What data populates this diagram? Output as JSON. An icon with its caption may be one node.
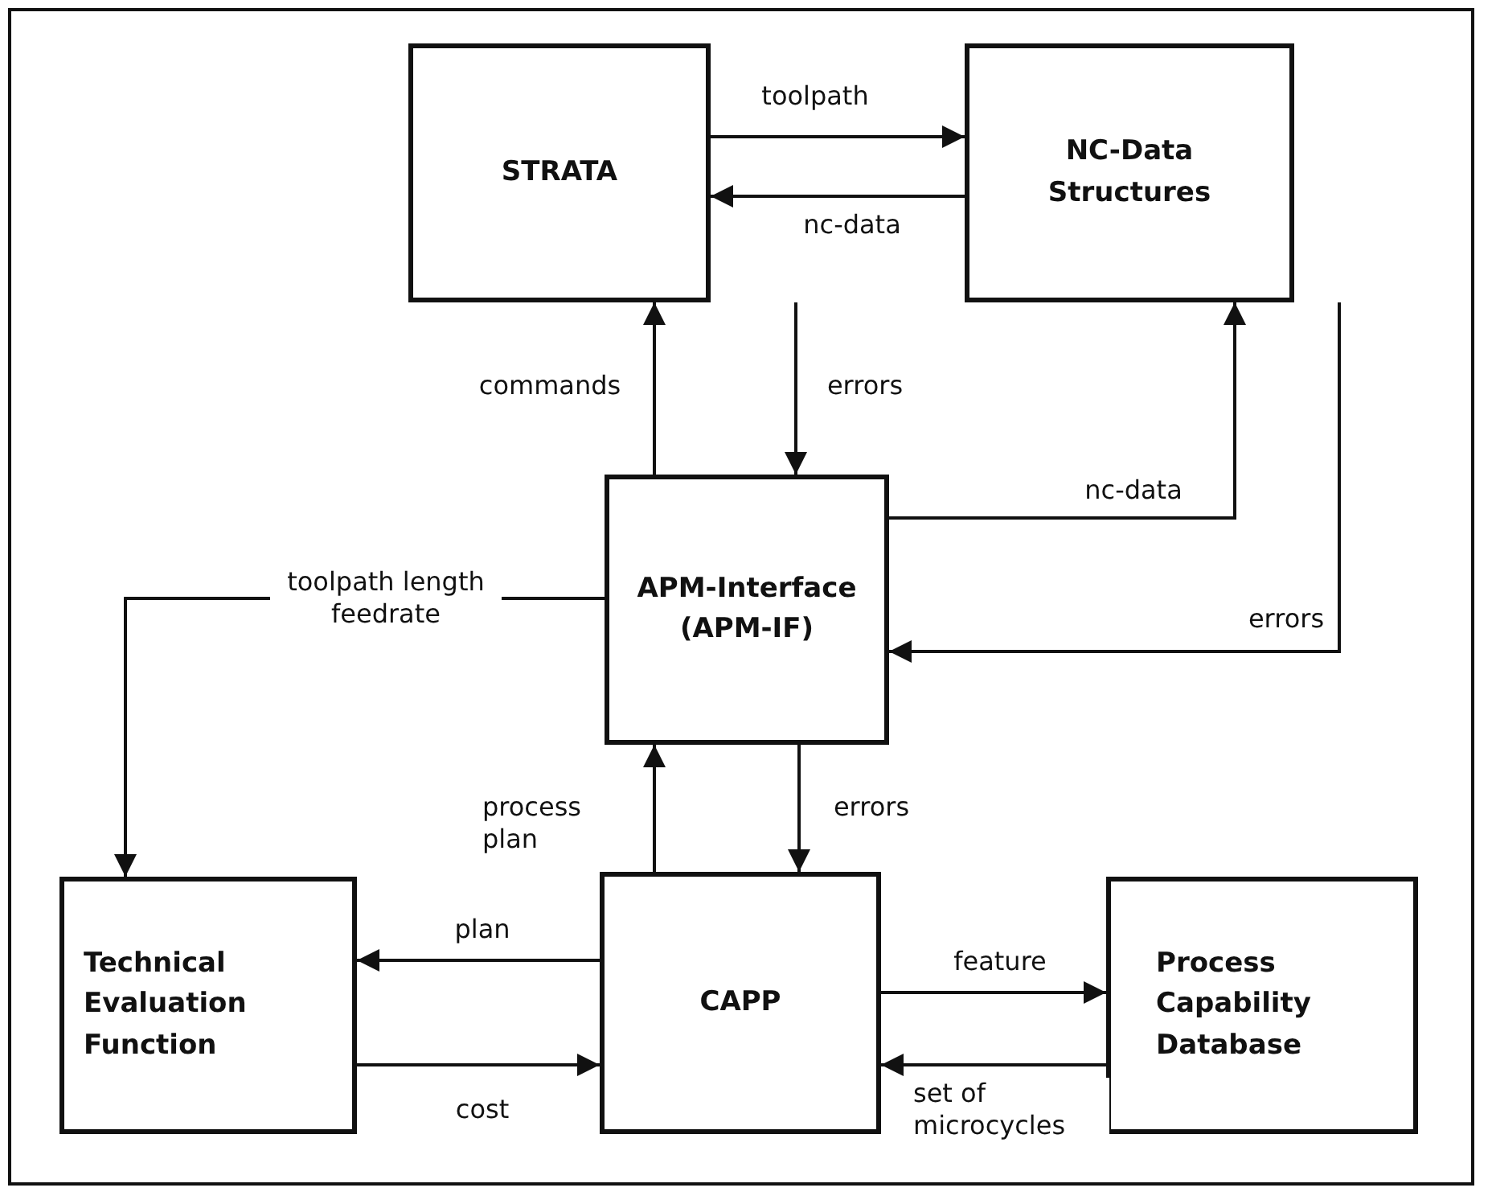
{
  "diagram": {
    "nodes": [
      {
        "text": [
          "STRATA"
        ]
      },
      {
        "text": [
          "NC-Data Structures"
        ]
      },
      {
        "text": [
          "APM-Interface (APM-IF)"
        ]
      },
      {
        "text": [
          "Technical Evaluation Function"
        ]
      },
      {
        "text": [
          "CAPP"
        ]
      },
      {
        "text": [
          "Process Capability Database"
        ]
      }
    ],
    "edges": [
      {
        "from": 0,
        "to": 1,
        "arrow": "to",
        "label": "toolpath"
      },
      {
        "from": 1,
        "to": 0,
        "arrow": "to",
        "label": "nc-data"
      },
      {
        "from": 2,
        "to": 0,
        "arrow": "to",
        "label": "commands"
      },
      {
        "from": 0,
        "to": 2,
        "arrow": "to",
        "label": "errors"
      },
      {
        "from": 2,
        "to": 1,
        "arrow": "to",
        "label": "nc-data"
      },
      {
        "from": 1,
        "to": 2,
        "arrow": "to",
        "label": "errors"
      },
      {
        "from": 2,
        "to": 3,
        "arrow": "to",
        "label": "toolpath length feedrate"
      },
      {
        "from": 4,
        "to": 2,
        "arrow": "to",
        "label": "process plan"
      },
      {
        "from": 2,
        "to": 4,
        "arrow": "to",
        "label": "errors"
      },
      {
        "from": 4,
        "to": 3,
        "arrow": "to",
        "label": "plan"
      },
      {
        "from": 3,
        "to": 4,
        "arrow": "to",
        "label": "cost"
      },
      {
        "from": 4,
        "to": 5,
        "arrow": "to",
        "label": "feature"
      },
      {
        "from": 5,
        "to": 4,
        "arrow": "to",
        "label": "set of microcycles"
      }
    ]
  }
}
